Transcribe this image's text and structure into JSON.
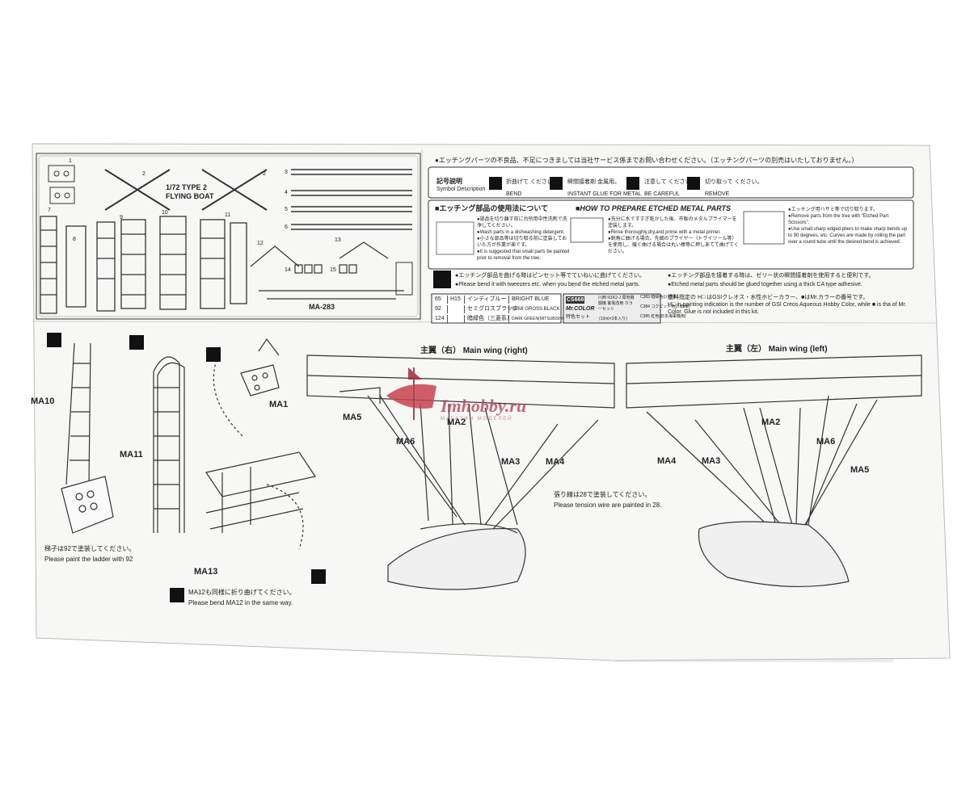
{
  "notice": "●エッチングパーツの不良品、不足につきましては当社サービス係までお問い合わせください。（エッチングパーツの別売はいたしておりません。）",
  "symbols": {
    "title_jp": "記号説明",
    "title_en": "Symbol Description",
    "items": [
      {
        "jp": "折曲げて ください。",
        "en": "BEND",
        "icon": "bend-icon"
      },
      {
        "jp": "瞬間接着剤 金属用。",
        "en": "INSTANT GLUE FOR METAL",
        "icon": "glue-icon"
      },
      {
        "jp": "注意して ください。",
        "en": "BE CAREFUL",
        "icon": "caution-icon"
      },
      {
        "jp": "切り取って ください。",
        "en": "REMOVE",
        "icon": "cut-icon"
      }
    ]
  },
  "fret": {
    "title_line1": "1/72 TYPE 2",
    "title_line2": "FLYING BOAT",
    "code": "MA-283",
    "part_numbers": [
      "1",
      "2",
      "2",
      "3",
      "4",
      "5",
      "6",
      "7",
      "8",
      "9",
      "10",
      "11",
      "12",
      "13",
      "14",
      "15"
    ]
  },
  "etching": {
    "jp_heading": "■エッチング部品の使用法について",
    "en_heading": "■HOW TO PREPARE ETCHED METAL PARTS",
    "steps": [
      "●部品を切り離す前に台所用中性洗剤で洗浄してください。",
      "●Wash parts in a dishwashing detergent.",
      "●小さな部品等は切り取る前に塗装しておいた方が作業が楽です。",
      "●It is suggested that small parts be painted prior to removal from the tree.",
      "●充分に水ですすぎ乾かした後、市販のメタルプライマーを塗装します。",
      "●Rinse thoroughly,dry,and prime with a metal primer.",
      "●鋭角に曲げる場合、先細のプライヤー（トライツール等）を使用し、緩く曲げる場合は丸い棒等に押しあてて曲げてください。",
      "●エッチング用ハサミ等で切り取ります。",
      "●Remove parts from the tree with \"Etched Part Scissors\".",
      "●Use small,sharp edged pliers to make sharp bends up to 90 degrees, etc. Curves are made by rolling the part over a round tube until the desired bend is achieved."
    ],
    "tip_jp_1": "●エッチング部品を曲げる時はピンセット等でていねいに曲げてください。",
    "tip_en_1": "●Please bend it with tweezers etc. when you bend the etched metal parts.",
    "tip_jp_2": "●エッチング部品を接着する時は、ゼリー状の瞬間接着剤を使用すると便利です。",
    "tip_en_2": "●Etched metal parts should be glued together using a thick CA type adhesive."
  },
  "colors": {
    "rows": [
      {
        "mr": "65",
        "h": "H15",
        "jp": "インディブルー",
        "en": "BRIGHT BLUE"
      },
      {
        "mr": "92",
        "h": "",
        "jp": "セミグロスブラック",
        "en": "SEMI GROSS BLACK"
      },
      {
        "mr": "124",
        "h": "",
        "jp": "暗緑色（三菱系）",
        "en": "DARK GREEN(MITSUBISHI)"
      }
    ],
    "set_code": "CS668",
    "set_brand": "Mr.COLOR",
    "set_jp": "川西 N1K2-J 局地戦闘機 紫電改用 カラーセット",
    "set_sub": "特色セット",
    "set_qty": "(10ml×3本入り)",
    "set_items": [
      {
        "code": "C383",
        "name": "暗緑色(川西系)"
      },
      {
        "code": "C384",
        "name": "コクピット色(川西系)"
      },
      {
        "code": "C385",
        "name": "紅色(日本海軍機用)"
      }
    ],
    "note_jp": "塗料指定の H□ はGSIクレオス・水性ホビーカラー、■はMr.カラーの番号です。",
    "note_en": "H□ in painting indication is the number of GSI Creos Aqueous Hobby Color, while ■ is tha of Mr. Color. Glue is not included in this kit."
  },
  "ladders": {
    "labels": [
      "MA10",
      "MA11",
      "MA1",
      "MA13"
    ],
    "paint_jp": "梯子は92で塗装してください。",
    "paint_en": "Please paint the ladder with 92",
    "bend_jp": "MA12も同様に折り曲げてください。",
    "bend_en": "Please bend MA12 in the same way."
  },
  "wing_right": {
    "title": "主翼（右） Main wing (right)",
    "labels": [
      "MA5",
      "MA2",
      "MA6",
      "MA3",
      "MA4"
    ],
    "wire_jp": "張り線は28で塗装してください。",
    "wire_en": "Please tension wire are painted in 28."
  },
  "wing_left": {
    "title": "主翼（左） Main wing (left)",
    "labels": [
      "MA2",
      "MA6",
      "MA4",
      "MA3",
      "MA5"
    ]
  },
  "watermark": {
    "brand": "Imhobby.ru",
    "tagline": "МАГАЗИН МОДЕЛЕЙ"
  }
}
